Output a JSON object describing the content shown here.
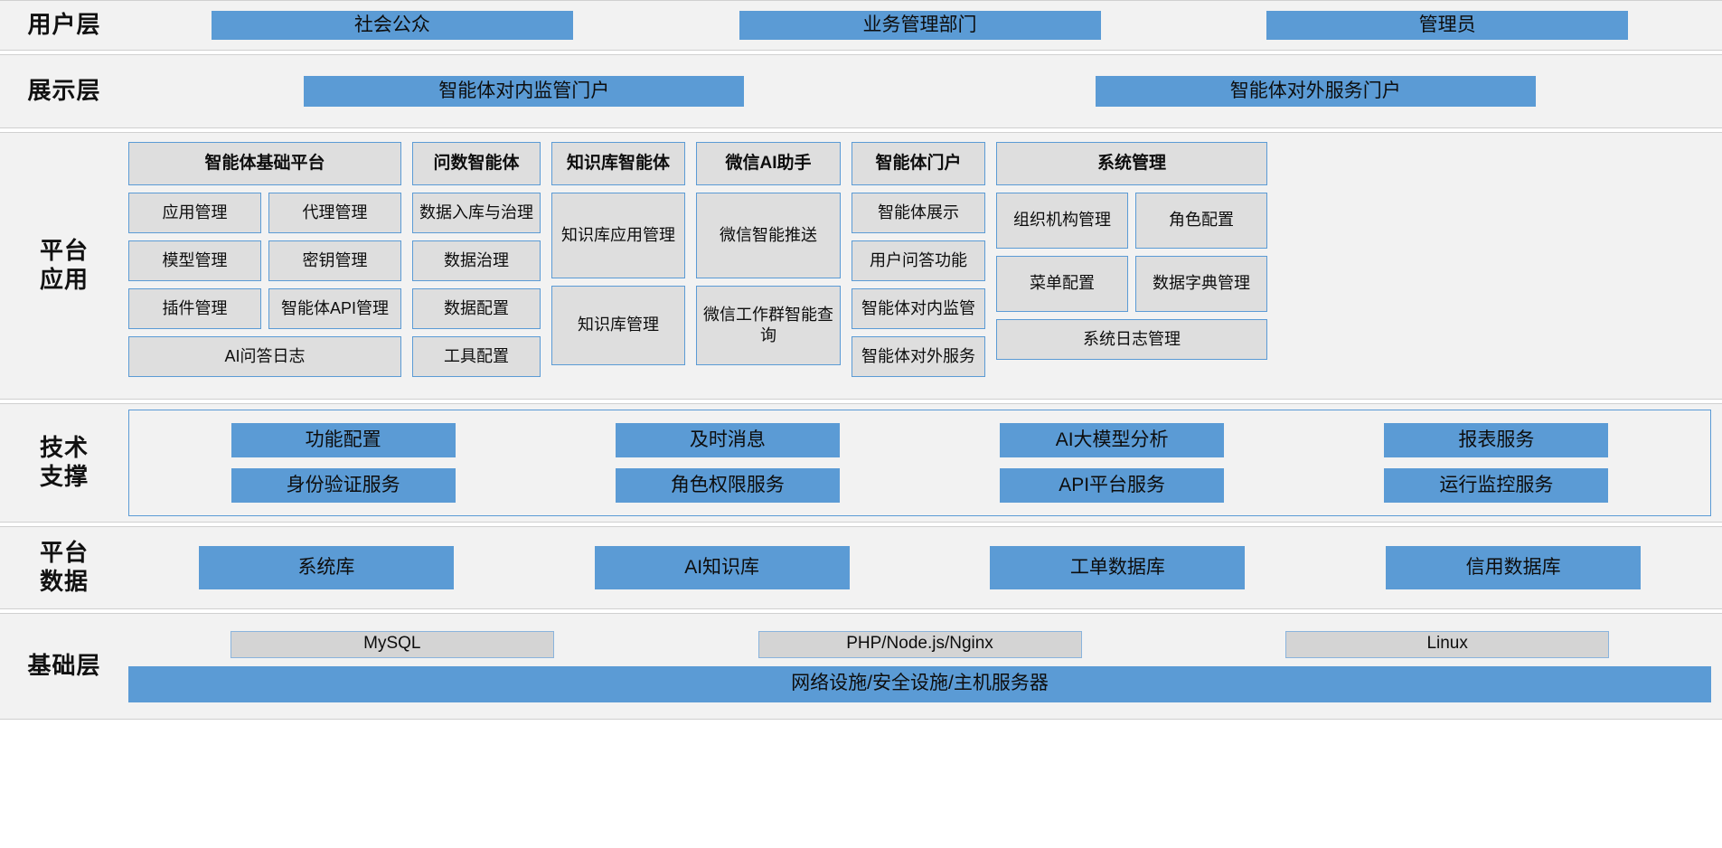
{
  "layers": {
    "user": {
      "label_lines": [
        "用户层"
      ],
      "items": [
        "社会公众",
        "业务管理部门",
        "管理员"
      ]
    },
    "presentation": {
      "label_lines": [
        "展示层"
      ],
      "items": [
        "智能体对内监管门户",
        "智能体对外服务门户"
      ]
    },
    "platform_app": {
      "label_lines": [
        "平台",
        "应用"
      ],
      "columns": [
        {
          "header": "智能体基础平台",
          "rows": [
            [
              "应用管理",
              "代理管理"
            ],
            [
              "模型管理",
              "密钥管理"
            ],
            [
              "插件管理",
              "智能体API管理"
            ],
            [
              "AI问答日志"
            ]
          ]
        },
        {
          "header": "问数智能体",
          "rows": [
            [
              "数据入库与治理"
            ],
            [
              "数据治理"
            ],
            [
              "数据配置"
            ],
            [
              "工具配置"
            ]
          ]
        },
        {
          "header": "知识库智能体",
          "rows": [
            [
              "知识库应用管理"
            ],
            [
              "知识库管理"
            ]
          ]
        },
        {
          "header": "微信AI助手",
          "rows": [
            [
              "微信智能推送"
            ],
            [
              "微信工作群智能查询"
            ]
          ]
        },
        {
          "header": "智能体门户",
          "rows": [
            [
              "智能体展示"
            ],
            [
              "用户问答功能"
            ],
            [
              "智能体对内监管"
            ],
            [
              "智能体对外服务"
            ]
          ]
        },
        {
          "header": "系统管理",
          "rows": [
            [
              "组织机构管理",
              "角色配置"
            ],
            [
              "菜单配置",
              "数据字典管理"
            ],
            [
              "系统日志管理"
            ]
          ]
        }
      ]
    },
    "tech_support": {
      "label_lines": [
        "技术",
        "支撑"
      ],
      "rows": [
        [
          "功能配置",
          "及时消息",
          "AI大模型分析",
          "报表服务"
        ],
        [
          "身份验证服务",
          "角色权限服务",
          "API平台服务",
          "运行监控服务"
        ]
      ]
    },
    "platform_data": {
      "label_lines": [
        "平台",
        "数据"
      ],
      "items": [
        "系统库",
        "AI知识库",
        "工单数据库",
        "信用数据库"
      ]
    },
    "infrastructure": {
      "label_lines": [
        "基础层"
      ],
      "stack_items": [
        "MySQL",
        "PHP/Node.js/Nginx",
        "Linux"
      ],
      "foundation": "网络设施/安全设施/主机服务器"
    }
  },
  "colors": {
    "accent_blue": "#5b9bd5",
    "box_grey": "#dedede",
    "band_grey": "#f2f2f2"
  }
}
